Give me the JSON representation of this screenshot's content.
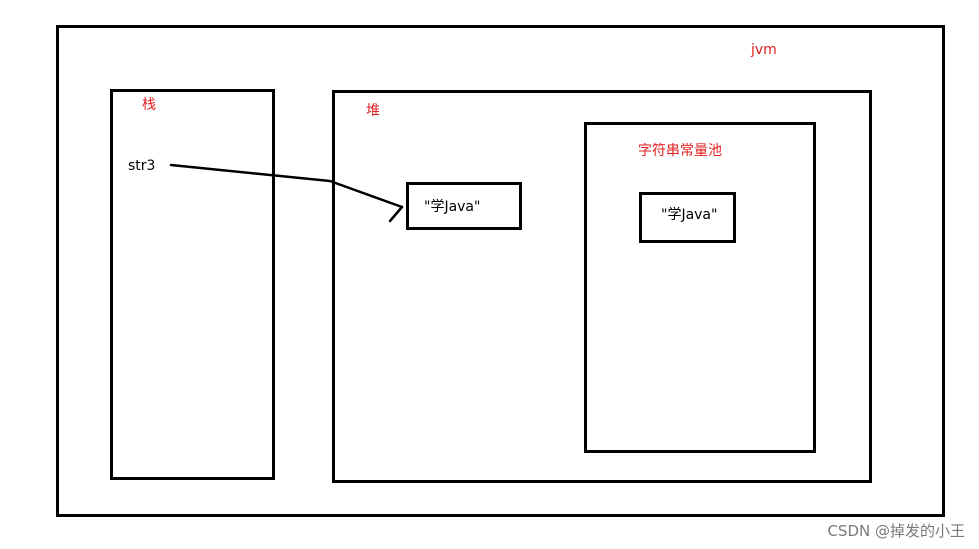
{
  "labels": {
    "jvm": "jvm",
    "stack": "栈",
    "heap": "堆",
    "string_pool": "字符串常量池"
  },
  "stack": {
    "variable": "str3"
  },
  "heap": {
    "object_value": "\"学Java\""
  },
  "string_pool": {
    "literal_value": "\"学Java\""
  },
  "watermark": "CSDN @掉发的小王",
  "colors": {
    "label_red": "#e02020",
    "border": "#000000",
    "watermark": "#7a7a7a"
  }
}
